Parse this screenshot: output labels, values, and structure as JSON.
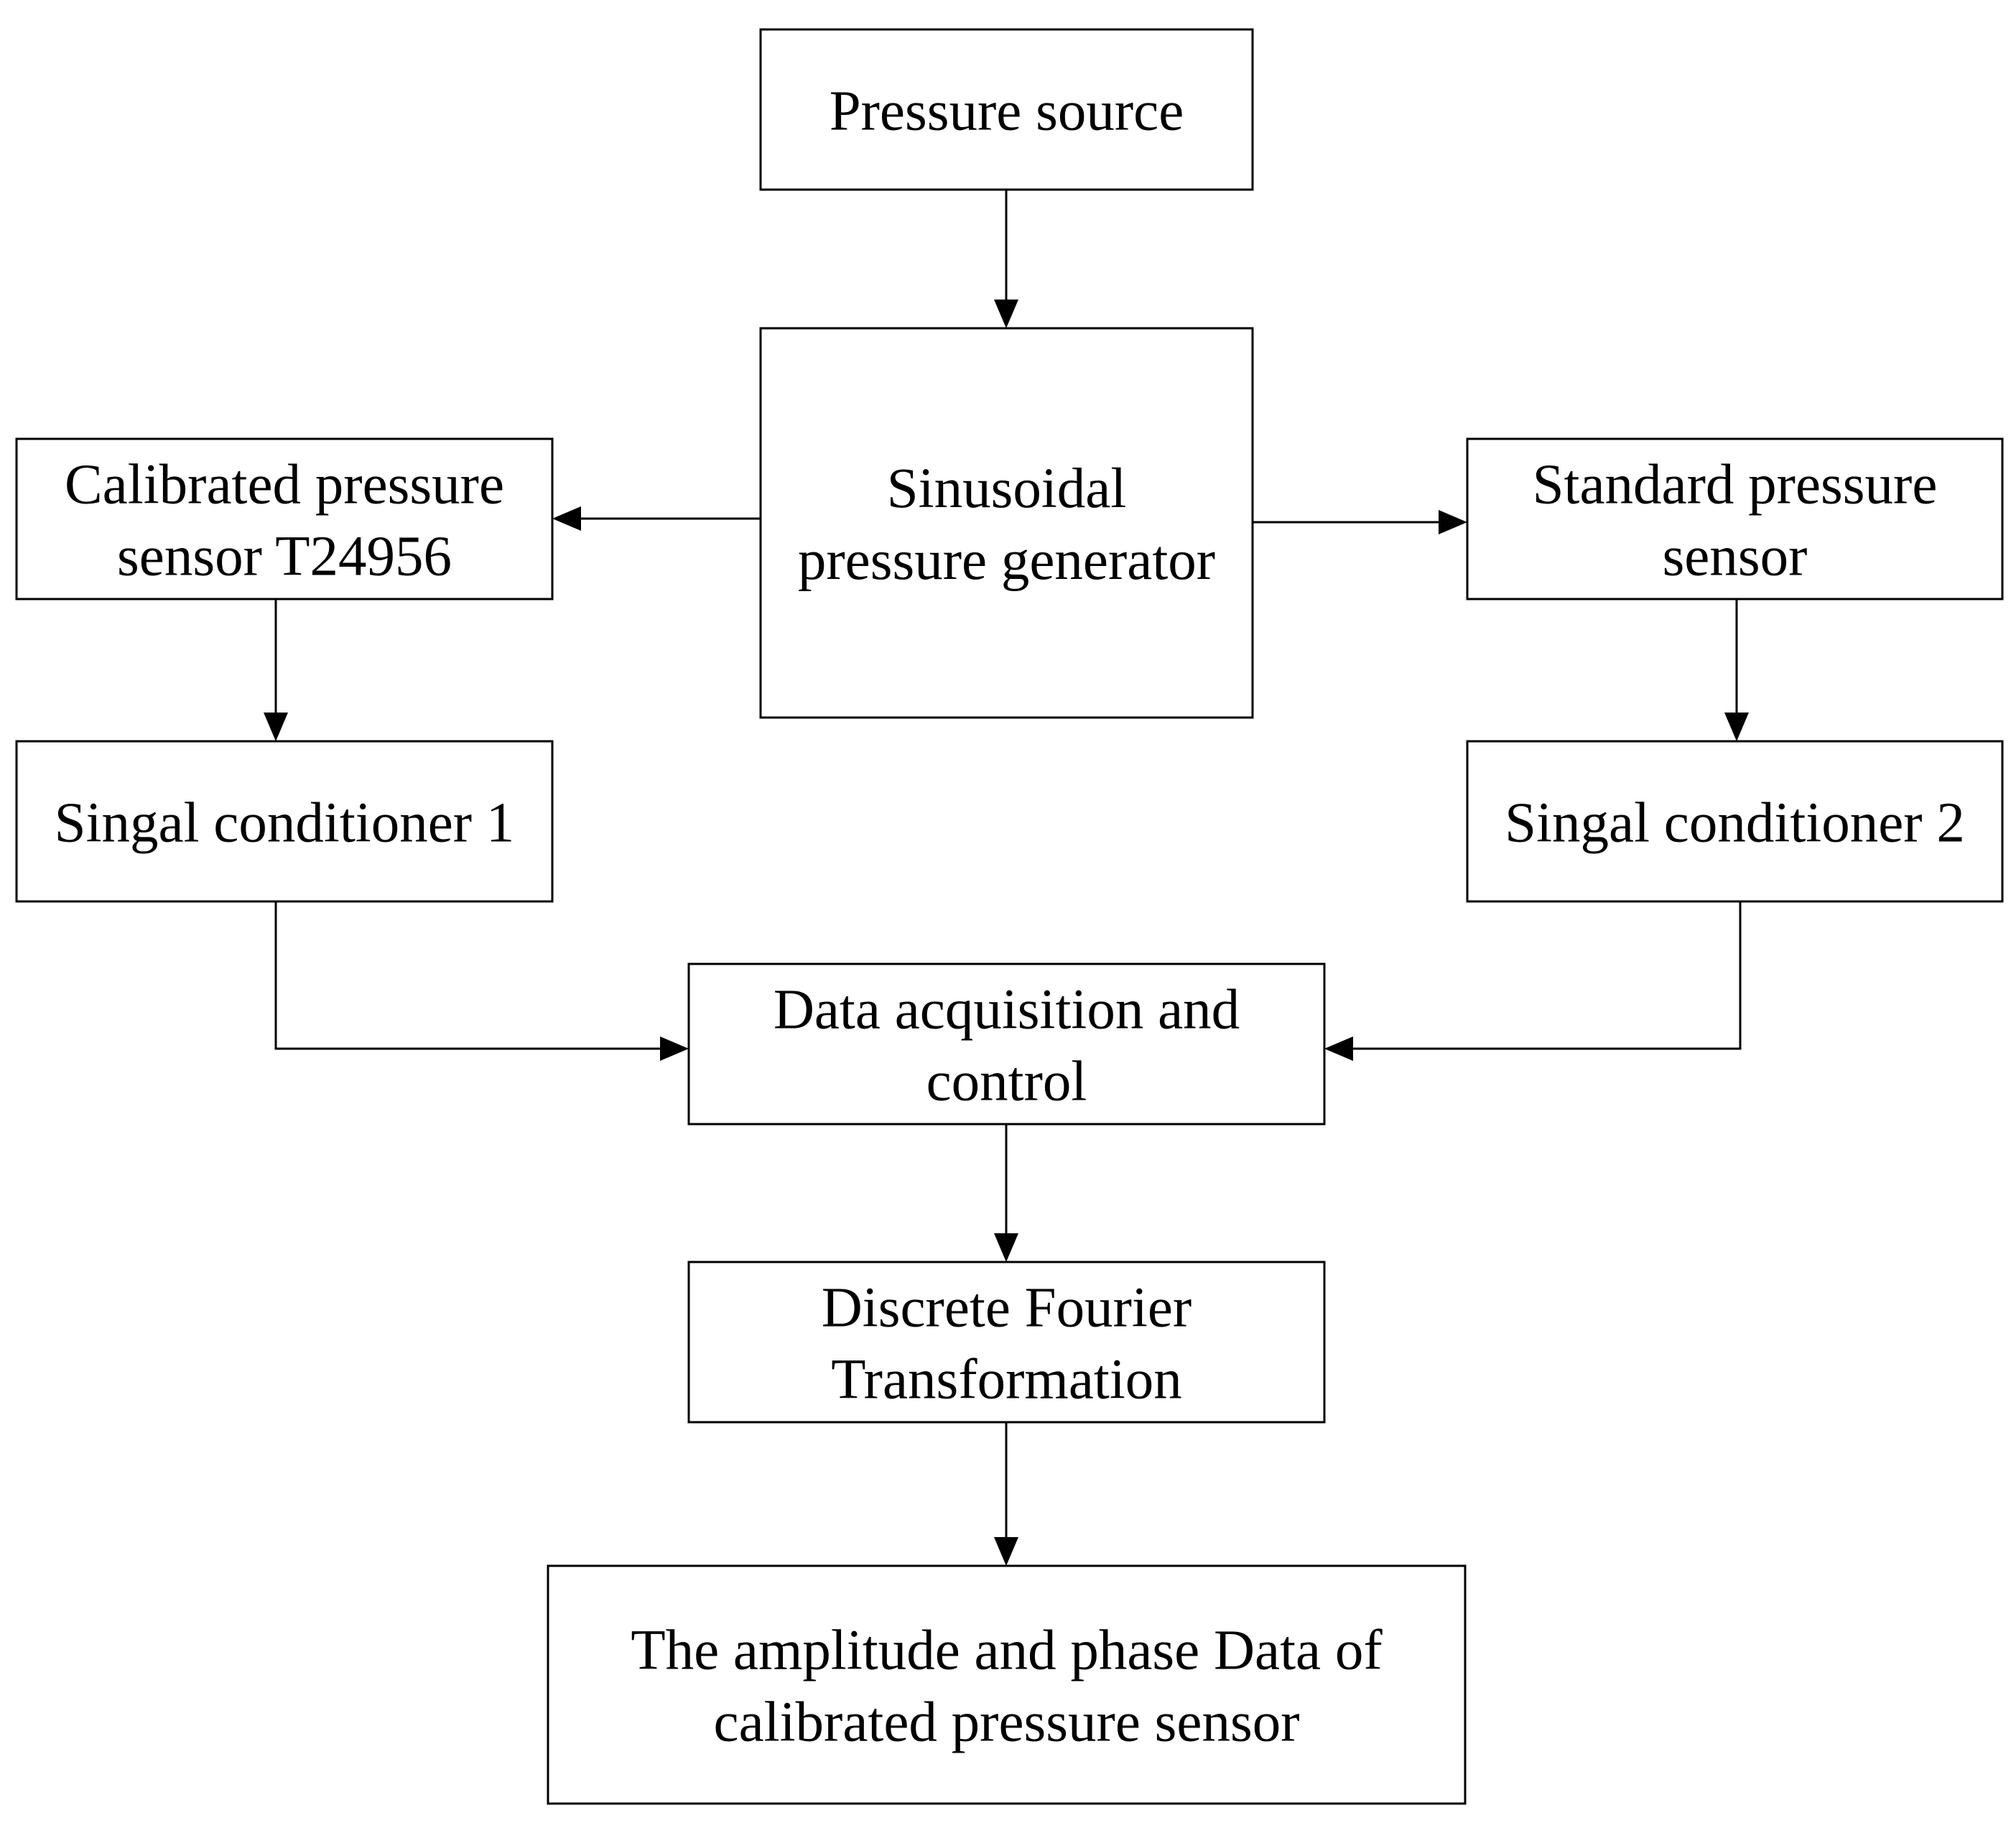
{
  "diagram": {
    "nodes": {
      "pressure_source": {
        "lines": [
          "Pressure source"
        ]
      },
      "sinusoidal_generator": {
        "lines": [
          "Sinusoidal",
          "pressure generator"
        ]
      },
      "calibrated_sensor": {
        "lines": [
          "Calibrated pressure",
          "sensor T24956"
        ]
      },
      "standard_sensor": {
        "lines": [
          "Standard pressure",
          "sensor"
        ]
      },
      "signal_conditioner_1": {
        "lines": [
          "Singal conditioner 1"
        ]
      },
      "signal_conditioner_2": {
        "lines": [
          "Singal conditioner 2"
        ]
      },
      "data_acquisition": {
        "lines": [
          "Data acquisition and",
          "control"
        ]
      },
      "dft": {
        "lines": [
          "Discrete Fourier",
          "Transformation"
        ]
      },
      "output": {
        "lines": [
          "The amplitude and phase Data of",
          "calibrated pressure sensor"
        ]
      }
    },
    "edges": [
      {
        "from": "pressure_source",
        "to": "sinusoidal_generator"
      },
      {
        "from": "sinusoidal_generator",
        "to": "calibrated_sensor"
      },
      {
        "from": "sinusoidal_generator",
        "to": "standard_sensor"
      },
      {
        "from": "calibrated_sensor",
        "to": "signal_conditioner_1"
      },
      {
        "from": "standard_sensor",
        "to": "signal_conditioner_2"
      },
      {
        "from": "signal_conditioner_1",
        "to": "data_acquisition"
      },
      {
        "from": "signal_conditioner_2",
        "to": "data_acquisition"
      },
      {
        "from": "data_acquisition",
        "to": "dft"
      },
      {
        "from": "dft",
        "to": "output"
      }
    ]
  }
}
